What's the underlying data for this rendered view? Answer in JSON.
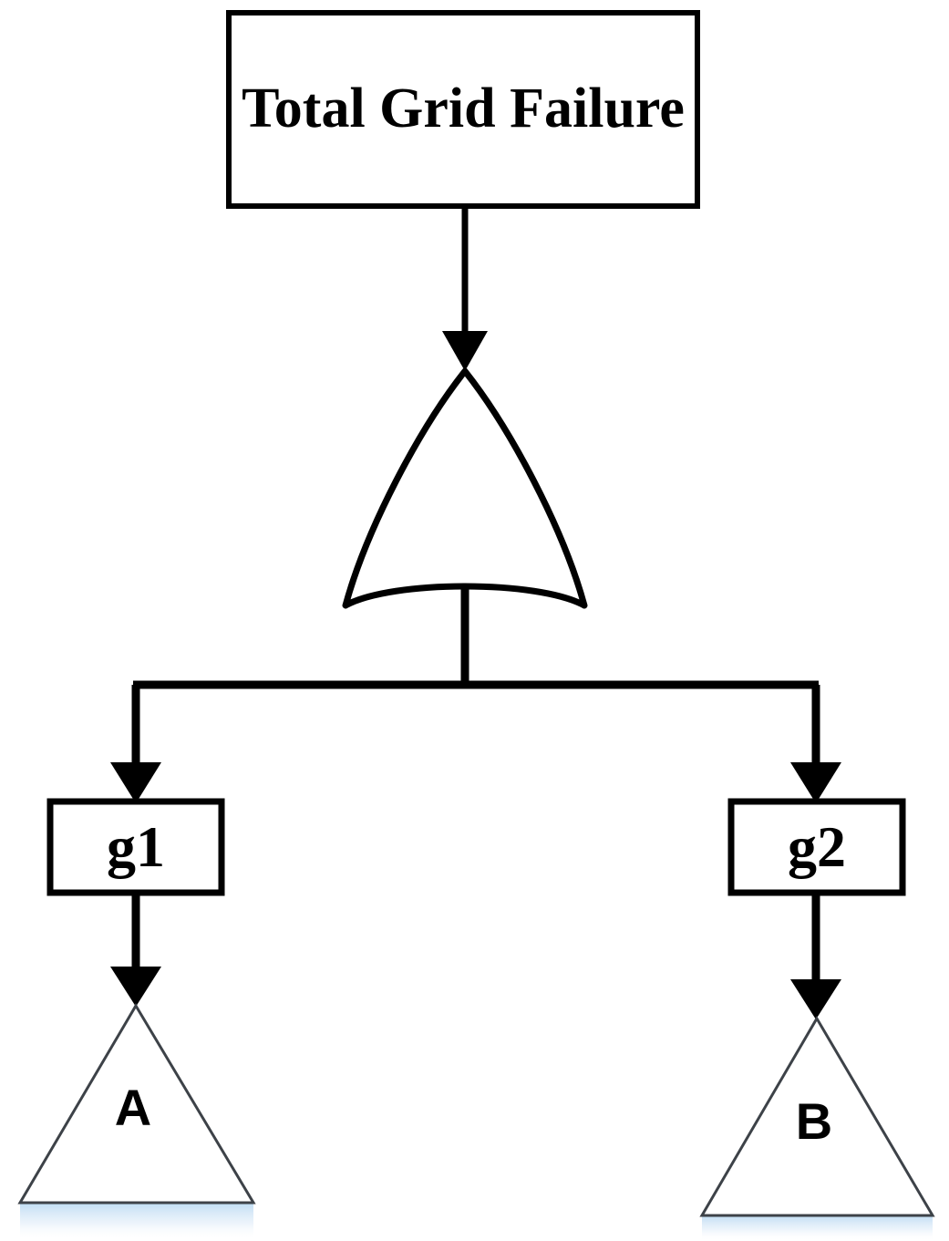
{
  "diagram": {
    "type": "fault-tree",
    "title": "Total Grid Failure fault tree",
    "background_color": "#ffffff",
    "line_color": "#000000",
    "glow_color": "#d0e4f5"
  },
  "nodes": {
    "top_event": {
      "id": "top-event",
      "shape": "rectangle",
      "label": "Total Grid Failure",
      "line1": "Total Grid",
      "line2": "Failure"
    },
    "or_gate": {
      "id": "g0",
      "shape": "or-gate",
      "label": ""
    },
    "gate_g1": {
      "id": "g1",
      "shape": "rectangle",
      "label": "g1"
    },
    "gate_g2": {
      "id": "g2",
      "shape": "rectangle",
      "label": "g2"
    },
    "transfer_a": {
      "id": "A",
      "shape": "triangle",
      "label": "A"
    },
    "transfer_b": {
      "id": "B",
      "shape": "triangle",
      "label": "B"
    }
  },
  "edges": [
    {
      "from": "top-event",
      "to": "g0",
      "arrow": "down"
    },
    {
      "from": "g0",
      "to": "g1",
      "arrow": "down"
    },
    {
      "from": "g0",
      "to": "g2",
      "arrow": "down"
    },
    {
      "from": "g1",
      "to": "A",
      "arrow": "down"
    },
    {
      "from": "g2",
      "to": "B",
      "arrow": "down"
    }
  ]
}
